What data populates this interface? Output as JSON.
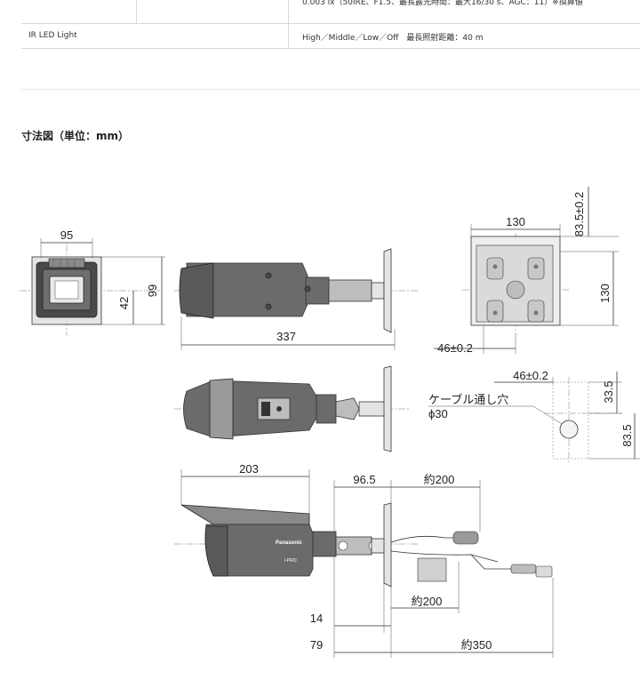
{
  "spec_rows": [
    {
      "label": "",
      "value": "0.003 lx（50IRE、F1.5、最長露光時間：最大16/30 s、AGC：11）※換算値"
    },
    {
      "label": "IR LED Light",
      "value": "High／Middle／Low／Off　最長照射距離：40 m"
    }
  ],
  "section_title": "寸法図（単位：mm）",
  "dimensions": {
    "front_width": "95",
    "front_height": "99",
    "front_offset": "42",
    "side_length": "337",
    "mount_width": "130",
    "mount_height": "130",
    "mount_top_offset": "83.5±0.2",
    "mount_hole_pitch": "46±0.2",
    "hole_offset_x": "46±0.2",
    "hole_offset_top": "33.5",
    "hole_offset_bottom": "83.5",
    "cable_hole_label": "ケーブル通し穴",
    "cable_hole_diameter": "ϕ30",
    "housing_length": "203",
    "bracket_length": "96.5",
    "cable_length_top": "約200",
    "cable_length_mid": "約200",
    "bracket_base": "14",
    "rear_length": "79",
    "cable_total": "約350"
  },
  "brand_text": "Panasonic",
  "model_text": "i-PRO"
}
